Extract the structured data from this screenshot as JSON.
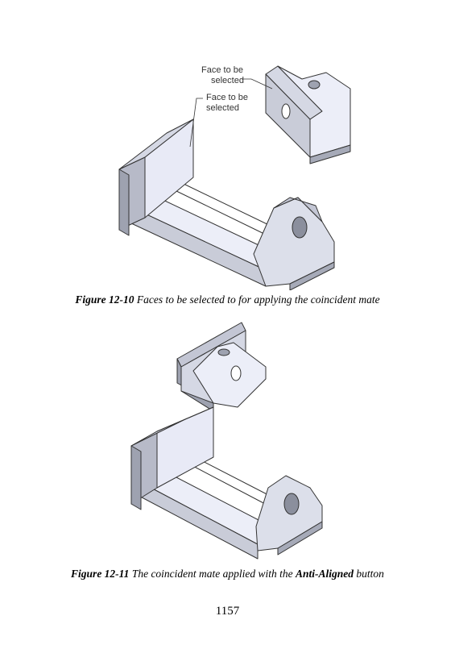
{
  "figure1": {
    "callouts": [
      {
        "line1": "Face to be",
        "line2": "selected"
      },
      {
        "line1": "Face to be",
        "line2": "selected"
      }
    ],
    "caption": {
      "number": "Figure 12-10",
      "text": "Faces to be selected to for applying the coincident mate"
    }
  },
  "figure2": {
    "caption": {
      "number": "Figure 12-11",
      "text_before": "The coincident mate applied with the",
      "bold_text": "Anti-Aligned",
      "text_after": "button"
    }
  },
  "page_number": "1157",
  "colors": {
    "face_light": "#eceef8",
    "face_mid": "#c9ccd8",
    "face_dark": "#9ea2b0",
    "outline": "#333333"
  }
}
